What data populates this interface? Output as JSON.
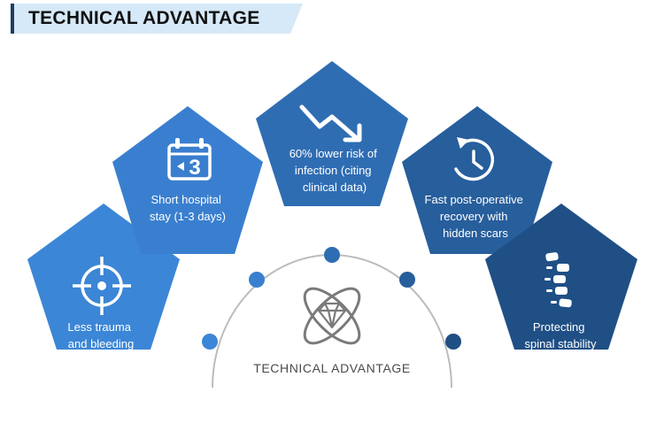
{
  "header": {
    "title": "TECHNICAL ADVANTAGE"
  },
  "center": {
    "label": "TECHNICAL ADVANTAGE",
    "icon": "diamond-atom-icon"
  },
  "features": [
    {
      "id": "less-trauma",
      "icon": "crosshair-icon",
      "lines": [
        "Less trauma",
        "and bleeding"
      ],
      "color": "#3b86d6"
    },
    {
      "id": "short-stay",
      "icon": "calendar-icon",
      "calendar_digit": "3",
      "lines": [
        "Short hospital",
        "stay (1-3 days)"
      ],
      "color": "#3a7fcf"
    },
    {
      "id": "lower-risk",
      "icon": "trend-down-icon",
      "lines": [
        "60% lower risk of",
        "infection (citing",
        "clinical data)"
      ],
      "color": "#2f6db3"
    },
    {
      "id": "fast-recovery",
      "icon": "history-clock-icon",
      "lines": [
        "Fast post-operative",
        "recovery with",
        "hidden scars"
      ],
      "color": "#275e9c"
    },
    {
      "id": "spinal-stability",
      "icon": "spine-icon",
      "lines": [
        "Protecting",
        "spinal stability"
      ],
      "color": "#1f4f85"
    }
  ],
  "colors": {
    "title_band": "#d6e9f8",
    "title_accent": "#1f3d66",
    "arc": "#bcbcbc",
    "center_icon": "#7a7a7a",
    "dots": [
      "#3b86d6",
      "#3a7fcf",
      "#2f6db3",
      "#275e9c",
      "#1f4f85"
    ]
  }
}
